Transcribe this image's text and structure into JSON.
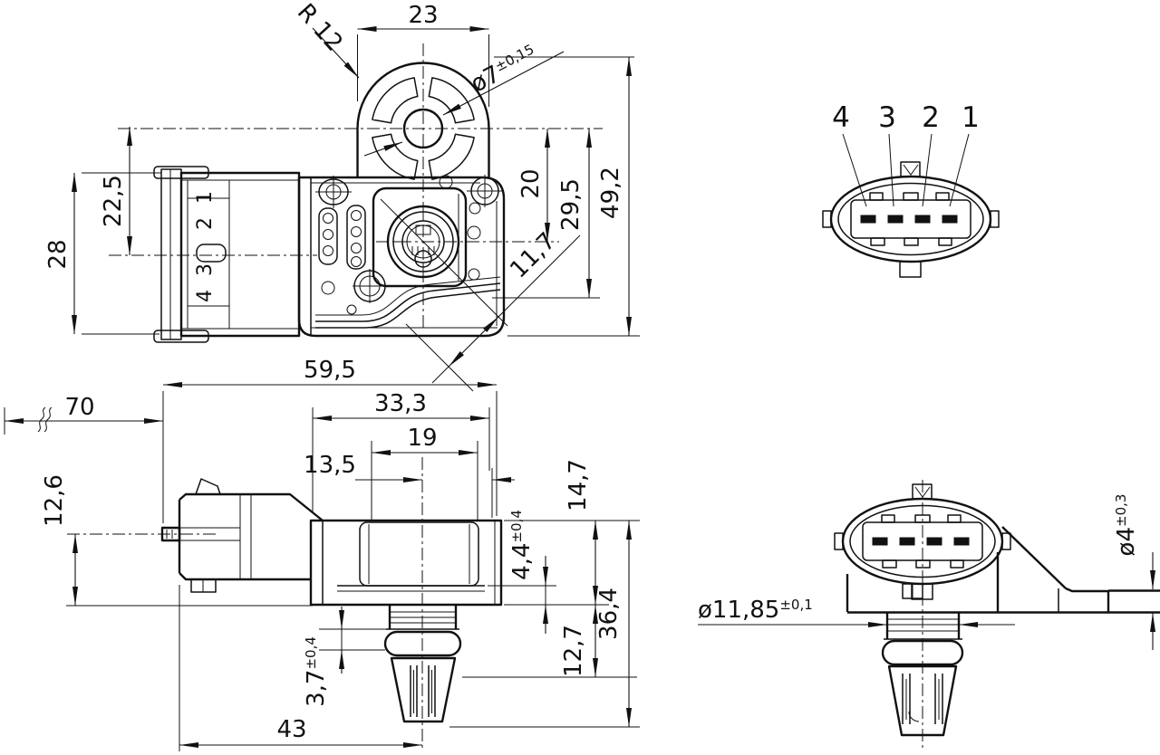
{
  "meta": {
    "background": "#ffffff",
    "ink": "#111111",
    "drawing_type": "sensor dimension drawing"
  },
  "top_view": {
    "dims": {
      "head_width": "23",
      "head_radius": "R 12",
      "hole_dia": "ø7",
      "hole_tol": "±0,15",
      "center_to_axis": "22,5",
      "connector_height": "28",
      "sensor_offset": "20",
      "lower_offset": "29,5",
      "overall_height": "49,2",
      "diagonal_offset": "11,7"
    },
    "pin_labels": [
      "1",
      "2",
      "3",
      "4"
    ]
  },
  "connector_view": {
    "pin_labels": [
      "4",
      "3",
      "2",
      "1"
    ]
  },
  "side_view": {
    "dims": {
      "cable_clearance": "70",
      "overall_length": "59,5",
      "body_length": "33,3",
      "cap_width": "19",
      "port_to_edge": "13,5",
      "pin_axis_height": "12,6",
      "body_height": "14,7",
      "step_height": "4,4",
      "step_tol": "±0,4",
      "port_depth": "12,7",
      "overall_depth": "36,4",
      "oring_height": "3,7",
      "oring_tol": "±0,4",
      "face_to_port": "43"
    }
  },
  "front_view": {
    "dims": {
      "port_dia": "ø11,85",
      "port_tol": "±0,1",
      "rod_dia": "ø4",
      "rod_tol": "±0,3"
    }
  }
}
